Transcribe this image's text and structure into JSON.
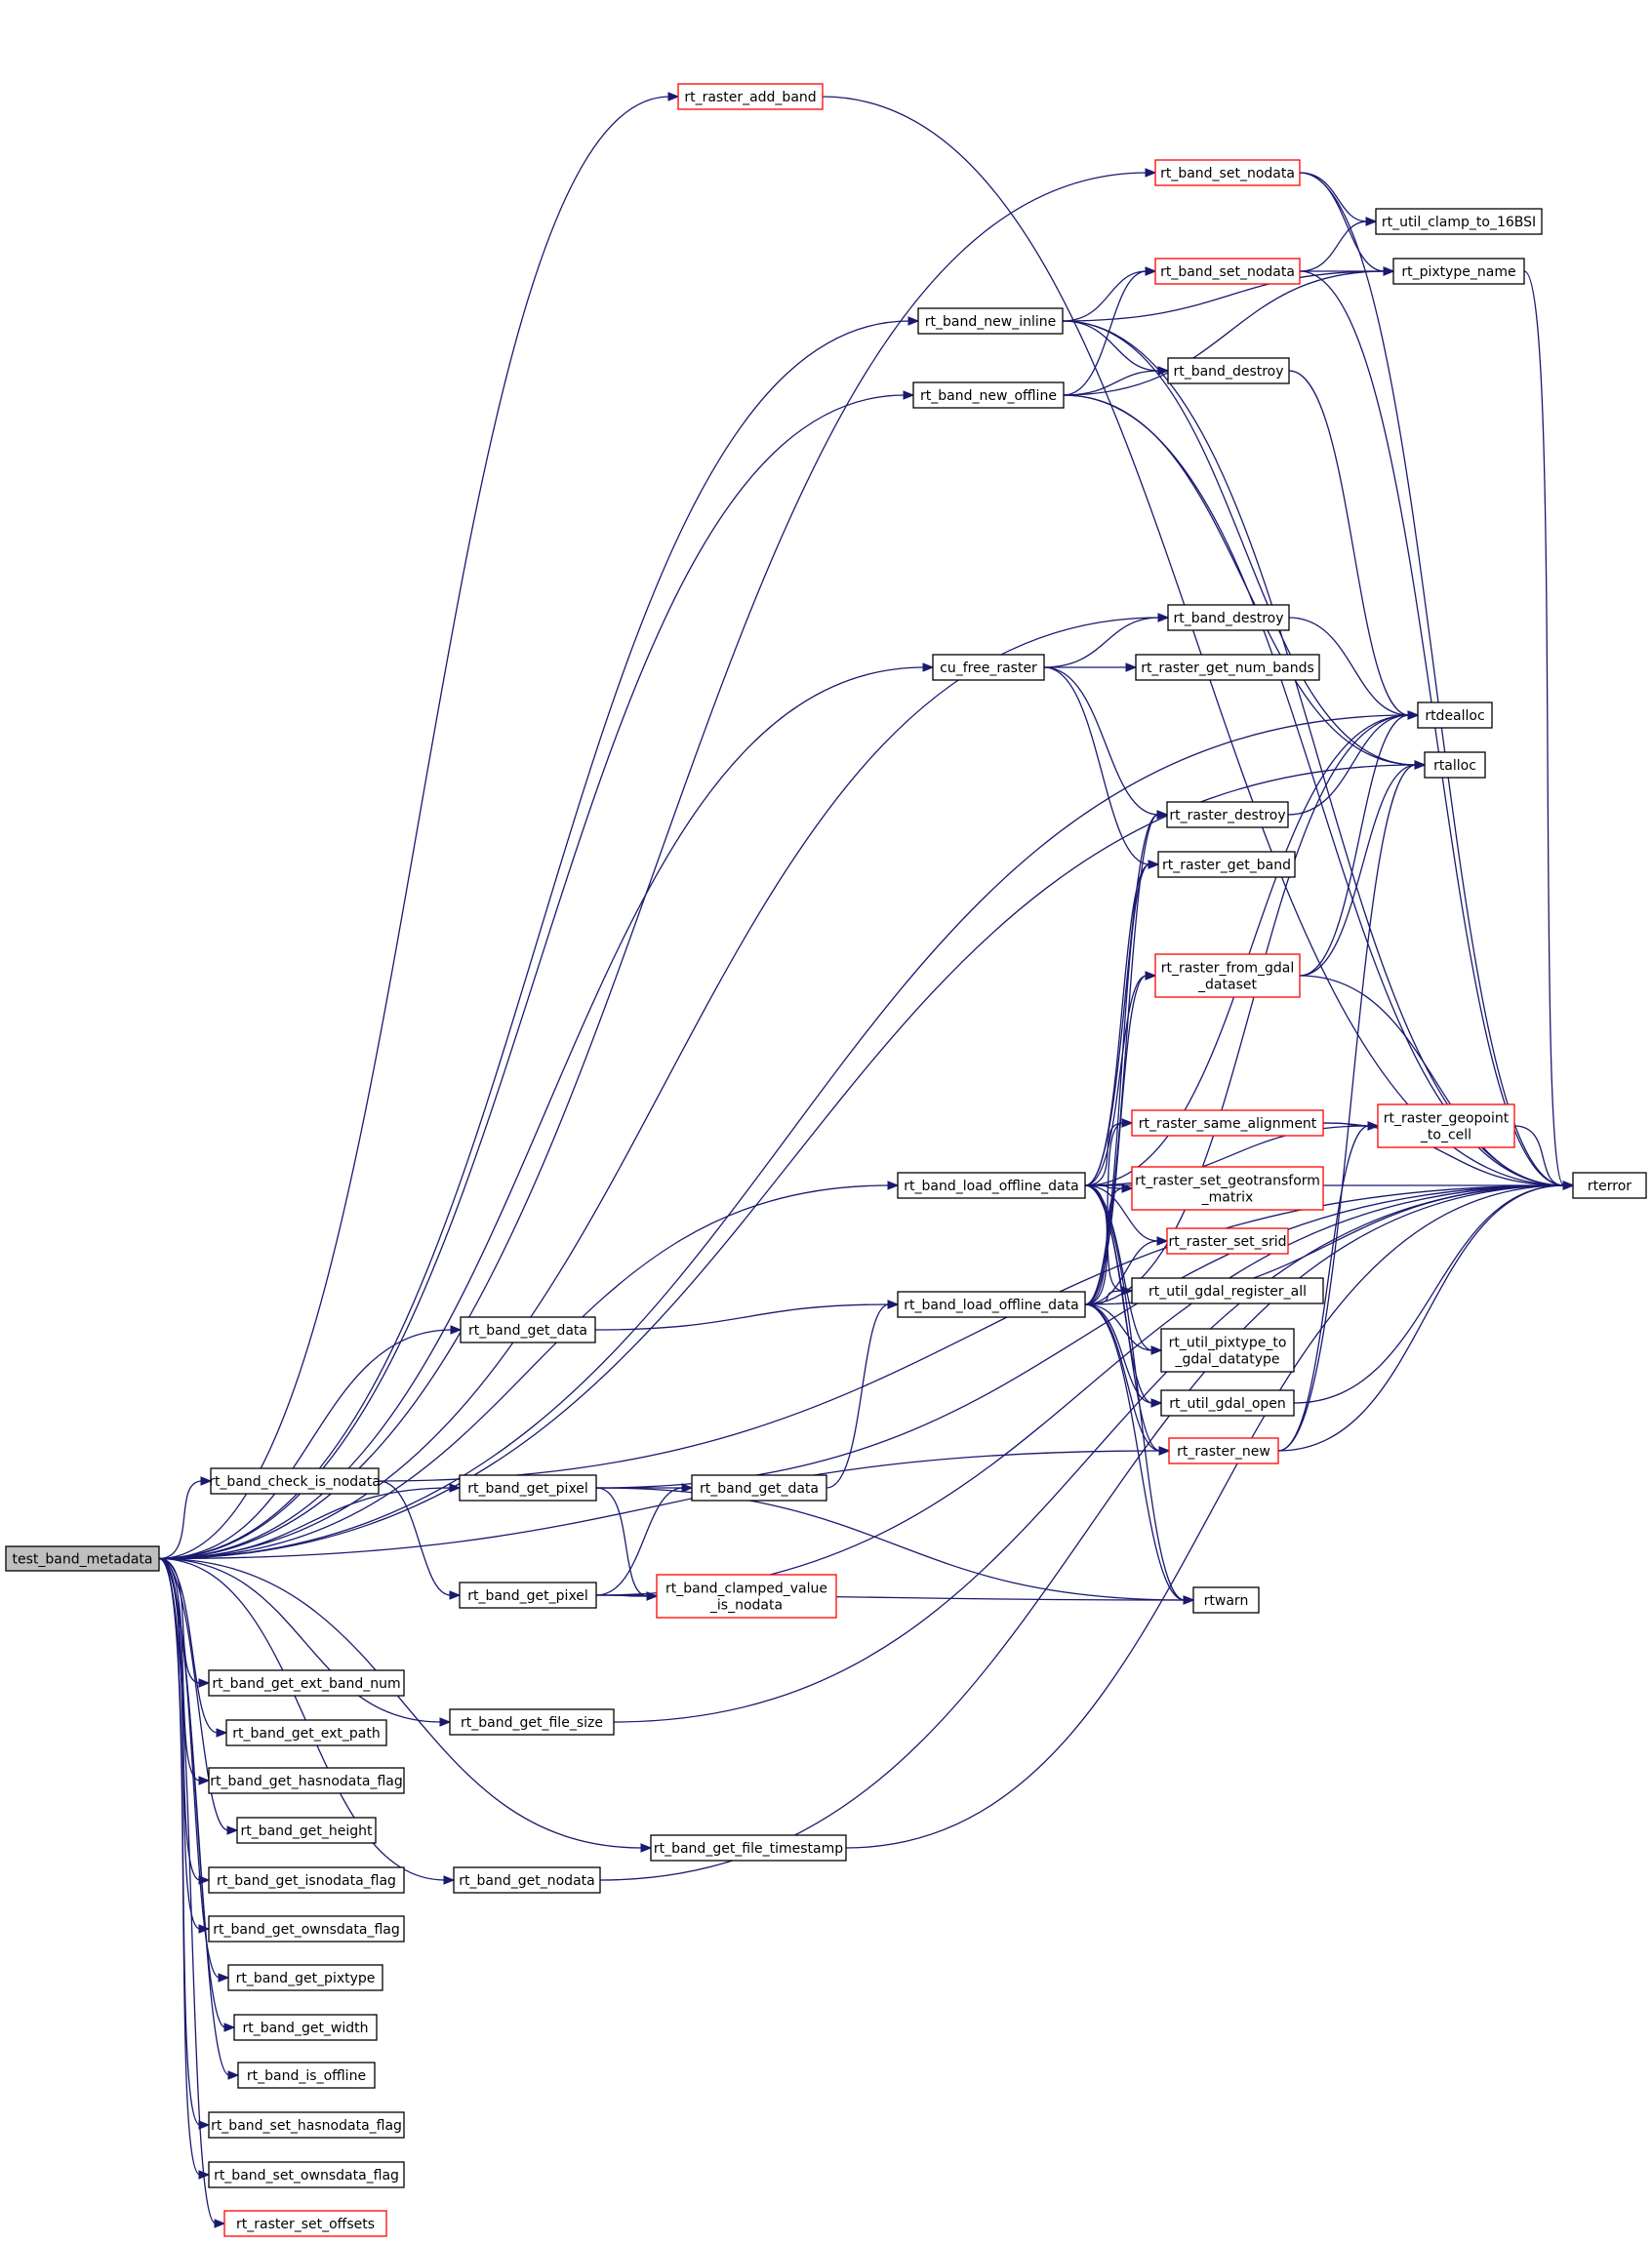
{
  "colors": {
    "edge": "#191970",
    "node_border": "#000000",
    "truncated_border": "#ff0000",
    "root_fill": "#bfbfbf"
  },
  "nodes": {
    "test_band_metadata": {
      "lines": [
        "test_band_metadata"
      ],
      "style": "root"
    },
    "rt_raster_add_band": {
      "lines": [
        "rt_raster_add_band"
      ],
      "style": "red"
    },
    "rt_band_set_nodata_1": {
      "lines": [
        "rt_band_set_nodata"
      ],
      "style": "red"
    },
    "rt_band_set_nodata_2": {
      "lines": [
        "rt_band_set_nodata"
      ],
      "style": "red"
    },
    "rt_util_clamp_to_16BSI": {
      "lines": [
        "rt_util_clamp_to_16BSI"
      ],
      "style": "normal"
    },
    "rt_pixtype_name": {
      "lines": [
        "rt_pixtype_name"
      ],
      "style": "normal"
    },
    "rt_band_new_inline": {
      "lines": [
        "rt_band_new_inline"
      ],
      "style": "normal"
    },
    "rt_band_destroy_1": {
      "lines": [
        "rt_band_destroy"
      ],
      "style": "normal"
    },
    "rt_band_new_offline": {
      "lines": [
        "rt_band_new_offline"
      ],
      "style": "normal"
    },
    "rt_band_destroy_2": {
      "lines": [
        "rt_band_destroy"
      ],
      "style": "normal"
    },
    "cu_free_raster": {
      "lines": [
        "cu_free_raster"
      ],
      "style": "normal"
    },
    "rt_raster_get_num_bands": {
      "lines": [
        "rt_raster_get_num_bands"
      ],
      "style": "normal"
    },
    "rtdealloc": {
      "lines": [
        "rtdealloc"
      ],
      "style": "normal"
    },
    "rtalloc": {
      "lines": [
        "rtalloc"
      ],
      "style": "normal"
    },
    "rt_raster_destroy": {
      "lines": [
        "rt_raster_destroy"
      ],
      "style": "normal"
    },
    "rt_raster_get_band": {
      "lines": [
        "rt_raster_get_band"
      ],
      "style": "normal"
    },
    "rt_raster_from_gdal_dataset": {
      "lines": [
        "rt_raster_from_gdal",
        "_dataset"
      ],
      "style": "red"
    },
    "rt_raster_same_alignment": {
      "lines": [
        "rt_raster_same_alignment"
      ],
      "style": "red"
    },
    "rt_raster_geopoint_to_cell": {
      "lines": [
        "rt_raster_geopoint",
        "_to_cell"
      ],
      "style": "red"
    },
    "rterror": {
      "lines": [
        "rterror"
      ],
      "style": "normal"
    },
    "rt_band_load_offline_data_1": {
      "lines": [
        "rt_band_load_offline_data"
      ],
      "style": "normal"
    },
    "rt_raster_set_geotransform_matrix": {
      "lines": [
        "rt_raster_set_geotransform",
        "_matrix"
      ],
      "style": "red"
    },
    "rt_raster_set_srid": {
      "lines": [
        "rt_raster_set_srid"
      ],
      "style": "red"
    },
    "rt_band_get_data_1": {
      "lines": [
        "rt_band_get_data"
      ],
      "style": "normal"
    },
    "rt_band_load_offline_data_2": {
      "lines": [
        "rt_band_load_offline_data"
      ],
      "style": "normal"
    },
    "rt_util_gdal_register_all": {
      "lines": [
        "rt_util_gdal_register_all"
      ],
      "style": "normal"
    },
    "rt_util_pixtype_to_gdal_datatype": {
      "lines": [
        "rt_util_pixtype_to",
        "_gdal_datatype"
      ],
      "style": "normal"
    },
    "rt_util_gdal_open": {
      "lines": [
        "rt_util_gdal_open"
      ],
      "style": "normal"
    },
    "rt_raster_new": {
      "lines": [
        "rt_raster_new"
      ],
      "style": "red"
    },
    "rt_band_check_is_nodata": {
      "lines": [
        "rt_band_check_is_nodata"
      ],
      "style": "normal"
    },
    "rt_band_get_pixel_1": {
      "lines": [
        "rt_band_get_pixel"
      ],
      "style": "normal"
    },
    "rt_band_get_data_2": {
      "lines": [
        "rt_band_get_data"
      ],
      "style": "normal"
    },
    "rt_band_get_pixel_2": {
      "lines": [
        "rt_band_get_pixel"
      ],
      "style": "normal"
    },
    "rt_band_clamped_value_is_nodata": {
      "lines": [
        "rt_band_clamped_value",
        "_is_nodata"
      ],
      "style": "red"
    },
    "rtwarn": {
      "lines": [
        "rtwarn"
      ],
      "style": "normal"
    },
    "rt_band_get_ext_band_num": {
      "lines": [
        "rt_band_get_ext_band_num"
      ],
      "style": "normal"
    },
    "rt_band_get_file_size": {
      "lines": [
        "rt_band_get_file_size"
      ],
      "style": "normal"
    },
    "rt_band_get_ext_path": {
      "lines": [
        "rt_band_get_ext_path"
      ],
      "style": "normal"
    },
    "rt_band_get_hasnodata_flag": {
      "lines": [
        "rt_band_get_hasnodata_flag"
      ],
      "style": "normal"
    },
    "rt_band_get_height": {
      "lines": [
        "rt_band_get_height"
      ],
      "style": "normal"
    },
    "rt_band_get_file_timestamp": {
      "lines": [
        "rt_band_get_file_timestamp"
      ],
      "style": "normal"
    },
    "rt_band_get_isnodata_flag": {
      "lines": [
        "rt_band_get_isnodata_flag"
      ],
      "style": "normal"
    },
    "rt_band_get_nodata": {
      "lines": [
        "rt_band_get_nodata"
      ],
      "style": "normal"
    },
    "rt_band_get_ownsdata_flag": {
      "lines": [
        "rt_band_get_ownsdata_flag"
      ],
      "style": "normal"
    },
    "rt_band_get_pixtype": {
      "lines": [
        "rt_band_get_pixtype"
      ],
      "style": "normal"
    },
    "rt_band_get_width": {
      "lines": [
        "rt_band_get_width"
      ],
      "style": "normal"
    },
    "rt_band_is_offline": {
      "lines": [
        "rt_band_is_offline"
      ],
      "style": "normal"
    },
    "rt_band_set_hasnodata_flag": {
      "lines": [
        "rt_band_set_hasnodata_flag"
      ],
      "style": "normal"
    },
    "rt_band_set_ownsdata_flag": {
      "lines": [
        "rt_band_set_ownsdata_flag"
      ],
      "style": "normal"
    },
    "rt_raster_set_offsets": {
      "lines": [
        "rt_raster_set_offsets"
      ],
      "style": "red"
    }
  },
  "edges": [
    [
      "test_band_metadata",
      "rt_raster_add_band"
    ],
    [
      "test_band_metadata",
      "rt_band_set_nodata_1"
    ],
    [
      "test_band_metadata",
      "rt_band_new_inline"
    ],
    [
      "test_band_metadata",
      "rt_band_new_offline"
    ],
    [
      "test_band_metadata",
      "rtalloc"
    ],
    [
      "test_band_metadata",
      "rt_band_destroy_2"
    ],
    [
      "test_band_metadata",
      "cu_free_raster"
    ],
    [
      "test_band_metadata",
      "rtdealloc"
    ],
    [
      "test_band_metadata",
      "rt_band_load_offline_data_1"
    ],
    [
      "test_band_metadata",
      "rt_band_get_data_1"
    ],
    [
      "test_band_metadata",
      "rt_raster_new"
    ],
    [
      "test_band_metadata",
      "rt_band_check_is_nodata"
    ],
    [
      "test_band_metadata",
      "rt_band_get_pixel_1"
    ],
    [
      "test_band_metadata",
      "rt_band_get_ext_band_num"
    ],
    [
      "test_band_metadata",
      "rt_band_get_file_size"
    ],
    [
      "test_band_metadata",
      "rt_band_get_ext_path"
    ],
    [
      "test_band_metadata",
      "rt_band_get_hasnodata_flag"
    ],
    [
      "test_band_metadata",
      "rt_band_get_height"
    ],
    [
      "test_band_metadata",
      "rt_band_get_file_timestamp"
    ],
    [
      "test_band_metadata",
      "rt_band_get_isnodata_flag"
    ],
    [
      "test_band_metadata",
      "rt_band_get_nodata"
    ],
    [
      "test_band_metadata",
      "rt_band_get_ownsdata_flag"
    ],
    [
      "test_band_metadata",
      "rt_band_get_pixtype"
    ],
    [
      "test_band_metadata",
      "rt_band_get_width"
    ],
    [
      "test_band_metadata",
      "rt_band_is_offline"
    ],
    [
      "test_band_metadata",
      "rt_band_set_hasnodata_flag"
    ],
    [
      "test_band_metadata",
      "rt_band_set_ownsdata_flag"
    ],
    [
      "test_band_metadata",
      "rt_raster_set_offsets"
    ],
    [
      "rt_raster_add_band",
      "rterror"
    ],
    [
      "rt_band_set_nodata_1",
      "rt_util_clamp_to_16BSI"
    ],
    [
      "rt_band_set_nodata_1",
      "rt_pixtype_name"
    ],
    [
      "rt_band_set_nodata_1",
      "rterror"
    ],
    [
      "rt_band_set_nodata_2",
      "rt_util_clamp_to_16BSI"
    ],
    [
      "rt_band_set_nodata_2",
      "rt_pixtype_name"
    ],
    [
      "rt_band_set_nodata_2",
      "rterror"
    ],
    [
      "rt_pixtype_name",
      "rterror"
    ],
    [
      "rt_band_new_inline",
      "rt_band_set_nodata_2"
    ],
    [
      "rt_band_new_inline",
      "rt_pixtype_name"
    ],
    [
      "rt_band_new_inline",
      "rt_band_destroy_1"
    ],
    [
      "rt_band_new_inline",
      "rtalloc"
    ],
    [
      "rt_band_new_inline",
      "rterror"
    ],
    [
      "rt_band_new_offline",
      "rt_band_set_nodata_2"
    ],
    [
      "rt_band_new_offline",
      "rt_pixtype_name"
    ],
    [
      "rt_band_new_offline",
      "rt_band_destroy_1"
    ],
    [
      "rt_band_new_offline",
      "rtalloc"
    ],
    [
      "rt_band_new_offline",
      "rterror"
    ],
    [
      "rt_band_destroy_1",
      "rtdealloc"
    ],
    [
      "rt_band_destroy_2",
      "rtdealloc"
    ],
    [
      "cu_free_raster",
      "rt_band_destroy_2"
    ],
    [
      "cu_free_raster",
      "rt_raster_get_num_bands"
    ],
    [
      "cu_free_raster",
      "rt_raster_destroy"
    ],
    [
      "cu_free_raster",
      "rt_raster_get_band"
    ],
    [
      "rt_raster_destroy",
      "rtdealloc"
    ],
    [
      "rt_raster_from_gdal_dataset",
      "rtdealloc"
    ],
    [
      "rt_raster_from_gdal_dataset",
      "rtalloc"
    ],
    [
      "rt_raster_from_gdal_dataset",
      "rterror"
    ],
    [
      "rt_raster_same_alignment",
      "rt_raster_geopoint_to_cell"
    ],
    [
      "rt_raster_same_alignment",
      "rterror"
    ],
    [
      "rt_raster_geopoint_to_cell",
      "rterror"
    ],
    [
      "rt_band_load_offline_data_1",
      "rtdealloc"
    ],
    [
      "rt_band_load_offline_data_1",
      "rt_raster_destroy"
    ],
    [
      "rt_band_load_offline_data_1",
      "rt_raster_get_band"
    ],
    [
      "rt_band_load_offline_data_1",
      "rt_raster_from_gdal_dataset"
    ],
    [
      "rt_band_load_offline_data_1",
      "rt_raster_same_alignment"
    ],
    [
      "rt_band_load_offline_data_1",
      "rt_raster_geopoint_to_cell"
    ],
    [
      "rt_band_load_offline_data_1",
      "rterror"
    ],
    [
      "rt_band_load_offline_data_1",
      "rt_raster_set_geotransform_matrix"
    ],
    [
      "rt_band_load_offline_data_1",
      "rt_raster_set_srid"
    ],
    [
      "rt_band_load_offline_data_1",
      "rt_util_gdal_register_all"
    ],
    [
      "rt_band_load_offline_data_1",
      "rt_util_pixtype_to_gdal_datatype"
    ],
    [
      "rt_band_load_offline_data_1",
      "rt_util_gdal_open"
    ],
    [
      "rt_band_load_offline_data_1",
      "rt_raster_new"
    ],
    [
      "rt_band_load_offline_data_1",
      "rtwarn"
    ],
    [
      "rt_band_get_data_1",
      "rt_band_load_offline_data_2"
    ],
    [
      "rt_band_load_offline_data_2",
      "rtdealloc"
    ],
    [
      "rt_band_load_offline_data_2",
      "rt_raster_destroy"
    ],
    [
      "rt_band_load_offline_data_2",
      "rt_raster_get_band"
    ],
    [
      "rt_band_load_offline_data_2",
      "rt_raster_from_gdal_dataset"
    ],
    [
      "rt_band_load_offline_data_2",
      "rt_raster_same_alignment"
    ],
    [
      "rt_band_load_offline_data_2",
      "rt_raster_set_geotransform_matrix"
    ],
    [
      "rt_band_load_offline_data_2",
      "rt_raster_set_srid"
    ],
    [
      "rt_band_load_offline_data_2",
      "rt_util_gdal_register_all"
    ],
    [
      "rt_band_load_offline_data_2",
      "rt_util_pixtype_to_gdal_datatype"
    ],
    [
      "rt_band_load_offline_data_2",
      "rt_util_gdal_open"
    ],
    [
      "rt_band_load_offline_data_2",
      "rt_raster_new"
    ],
    [
      "rt_band_load_offline_data_2",
      "rtwarn"
    ],
    [
      "rt_band_load_offline_data_2",
      "rterror"
    ],
    [
      "rt_util_gdal_open",
      "rterror"
    ],
    [
      "rt_raster_new",
      "rtalloc"
    ],
    [
      "rt_raster_new",
      "rt_raster_geopoint_to_cell"
    ],
    [
      "rt_raster_new",
      "rterror"
    ],
    [
      "rt_band_check_is_nodata",
      "rt_band_get_pixel_2"
    ],
    [
      "rt_band_check_is_nodata",
      "rterror"
    ],
    [
      "rt_band_get_pixel_1",
      "rt_band_get_data_2"
    ],
    [
      "rt_band_get_pixel_1",
      "rt_band_clamped_value_is_nodata"
    ],
    [
      "rt_band_get_pixel_1",
      "rtwarn"
    ],
    [
      "rt_band_get_pixel_1",
      "rterror"
    ],
    [
      "rt_band_get_data_2",
      "rt_band_load_offline_data_2"
    ],
    [
      "rt_band_get_pixel_2",
      "rt_band_get_data_2"
    ],
    [
      "rt_band_get_pixel_2",
      "rt_band_clamped_value_is_nodata"
    ],
    [
      "rt_band_get_pixel_2",
      "rtwarn"
    ],
    [
      "rt_band_get_pixel_2",
      "rterror"
    ],
    [
      "rt_band_get_file_size",
      "rterror"
    ],
    [
      "rt_band_get_file_timestamp",
      "rterror"
    ],
    [
      "rt_band_get_nodata",
      "rterror"
    ]
  ]
}
